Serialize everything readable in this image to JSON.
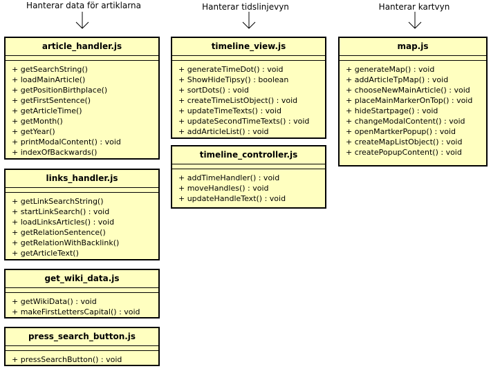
{
  "annotations": [
    "Hanterar data för artiklarna",
    "Hanterar tidslinjevyn",
    "Hanterar kartvyn"
  ],
  "classes": [
    {
      "name": "article_handler.js",
      "methods": [
        "+ getSearchString()",
        "+ loadMainArticle()",
        "+ getPositionBirthplace()",
        "+ getFirstSentence()",
        "+ getArticleTime()",
        "+ getMonth()",
        "+ getYear()",
        "+ printModalContent() : void",
        "+ indexOfBackwards()"
      ]
    },
    {
      "name": "links_handler.js",
      "methods": [
        "+ getLinkSearchString()",
        "+ startLinkSearch() : void",
        "+ loadLinksArticles() : void",
        "+ getRelationSentence()",
        "+ getRelationWithBacklink()",
        "+ getArticleText()"
      ]
    },
    {
      "name": "get_wiki_data.js",
      "methods": [
        "+ getWikiData() : void",
        "+ makeFirstLettersCapital() : void"
      ]
    },
    {
      "name": "press_search_button.js",
      "methods": [
        "+ pressSearchButton() : void"
      ]
    },
    {
      "name": "timeline_view.js",
      "methods": [
        "+ generateTimeDot() : void",
        "+ ShowHideTipsy() : boolean",
        "+ sortDots() : void",
        "+ createTimeListObject() : void",
        "+ updateTimeTexts() : void",
        "+ updateSecondTimeTexts() : void",
        "+ addArticleList() : void"
      ]
    },
    {
      "name": "timeline_controller.js",
      "methods": [
        "+ addTimeHandler() : void",
        "+ moveHandles() : void",
        "+ updateHandleText() : void"
      ]
    },
    {
      "name": "map.js",
      "methods": [
        "+ generateMap() : void",
        "+ addArticleTpMap() : void",
        "+ chooseNewMainArticle() : void",
        "+ placeMainMarkerOnTop() : void",
        "+ hideStartpage() : void",
        "+ changeModalContent() : void",
        "+ openMartkerPopup() : void",
        "+ createMapListObject() : void",
        "+ createPopupContent() : void"
      ]
    }
  ]
}
